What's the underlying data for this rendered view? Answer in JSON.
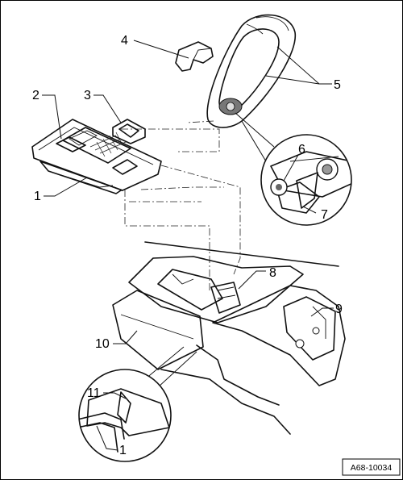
{
  "diagram": {
    "callouts": [
      {
        "id": "c1",
        "text": "1"
      },
      {
        "id": "c2",
        "text": "2"
      },
      {
        "id": "c3",
        "text": "3"
      },
      {
        "id": "c4",
        "text": "4"
      },
      {
        "id": "c5",
        "text": "5"
      },
      {
        "id": "c6",
        "text": "6"
      },
      {
        "id": "c7",
        "text": "7"
      },
      {
        "id": "c8",
        "text": "8"
      },
      {
        "id": "c9",
        "text": "9"
      },
      {
        "id": "c10",
        "text": "10"
      },
      {
        "id": "c11",
        "text": "11"
      },
      {
        "id": "c1b",
        "text": "1"
      }
    ],
    "figure_id": "A68-10034"
  },
  "colors": {
    "ink": "#111111",
    "shade": "#bdbdbd",
    "background": "#ffffff"
  }
}
